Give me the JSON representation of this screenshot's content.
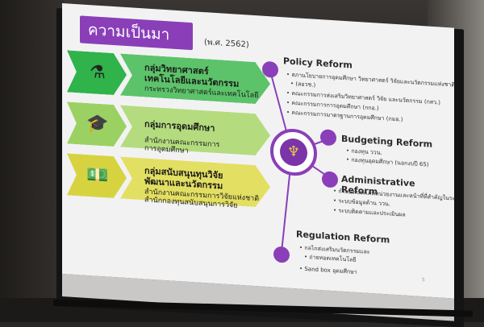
{
  "slide": {
    "title": "ความเป็นมา",
    "year": "(พ.ศ. 2562)",
    "rows": [
      {
        "heading1": "กลุ่มวิทยาศาสตร์",
        "heading2": "เทคโนโลยีและนวัตกรรม",
        "sub1": "กระทรวงวิทยาศาสตร์และเทคโนโลยี",
        "sub2": "",
        "icon": "flask-icon"
      },
      {
        "heading1": "",
        "heading2": "กลุ่มการอุดมศึกษา",
        "sub1": "สำนักงานคณะกรรมการ",
        "sub2": "การอุดมศึกษา",
        "icon": "graduation-cap-icon"
      },
      {
        "heading1": "กลุ่มสนับสนุนทุนวิจัย",
        "heading2": "พัฒนาและนวัตกรรม",
        "sub1": "สำนักงานคณะกรรมการวิจัยแห่งชาติ",
        "sub2": "สำนักกองทุนสนับสนุนการวิจัย",
        "icon": "money-icon"
      }
    ],
    "reforms": {
      "policy": {
        "title": "Policy Reform",
        "items": [
          "สภานโยบายการอุดมศึกษา วิทยาศาสตร์ วิจัยและนวัตกรรมแห่งชาติ",
          "(สอวช.)",
          "คณะกรรมการส่งเสริมวิทยาศาสตร์ วิจัย และนวัตกรรม (กสว.)",
          "คณะกรรมการการอุดมศึกษา (กกอ.)",
          "คณะกรรมการมาตรฐานการอุดมศึกษา (กมอ.)"
        ]
      },
      "budgeting": {
        "title": "Budgeting Reform",
        "items": [
          "กองทุน ววน.",
          "กองทุนอุดมศึกษา (นอกงบปี 65)"
        ]
      },
      "administrative": {
        "title": "Administrative Reform",
        "items": [
          "กำหนดประเภทหน่วยงานและหน้าที่ที่สำคัญในระบบ ววน.",
          "ระบบข้อมูลด้าน ววน.",
          "ระบบติดตามและประเมินผล"
        ]
      },
      "regulation": {
        "title": "Regulation Reform",
        "items": [
          "กลไกส่งเสริมนวัตกรรมและ",
          "ถ่ายทอดเทคโนโลยี",
          "Sand box อุดมศึกษา"
        ]
      }
    },
    "page_number": "5"
  },
  "colors": {
    "purple": "#8a3fb8",
    "green": "#5cc36a",
    "light_green": "#b4dc7e",
    "yellow": "#e3df62"
  }
}
